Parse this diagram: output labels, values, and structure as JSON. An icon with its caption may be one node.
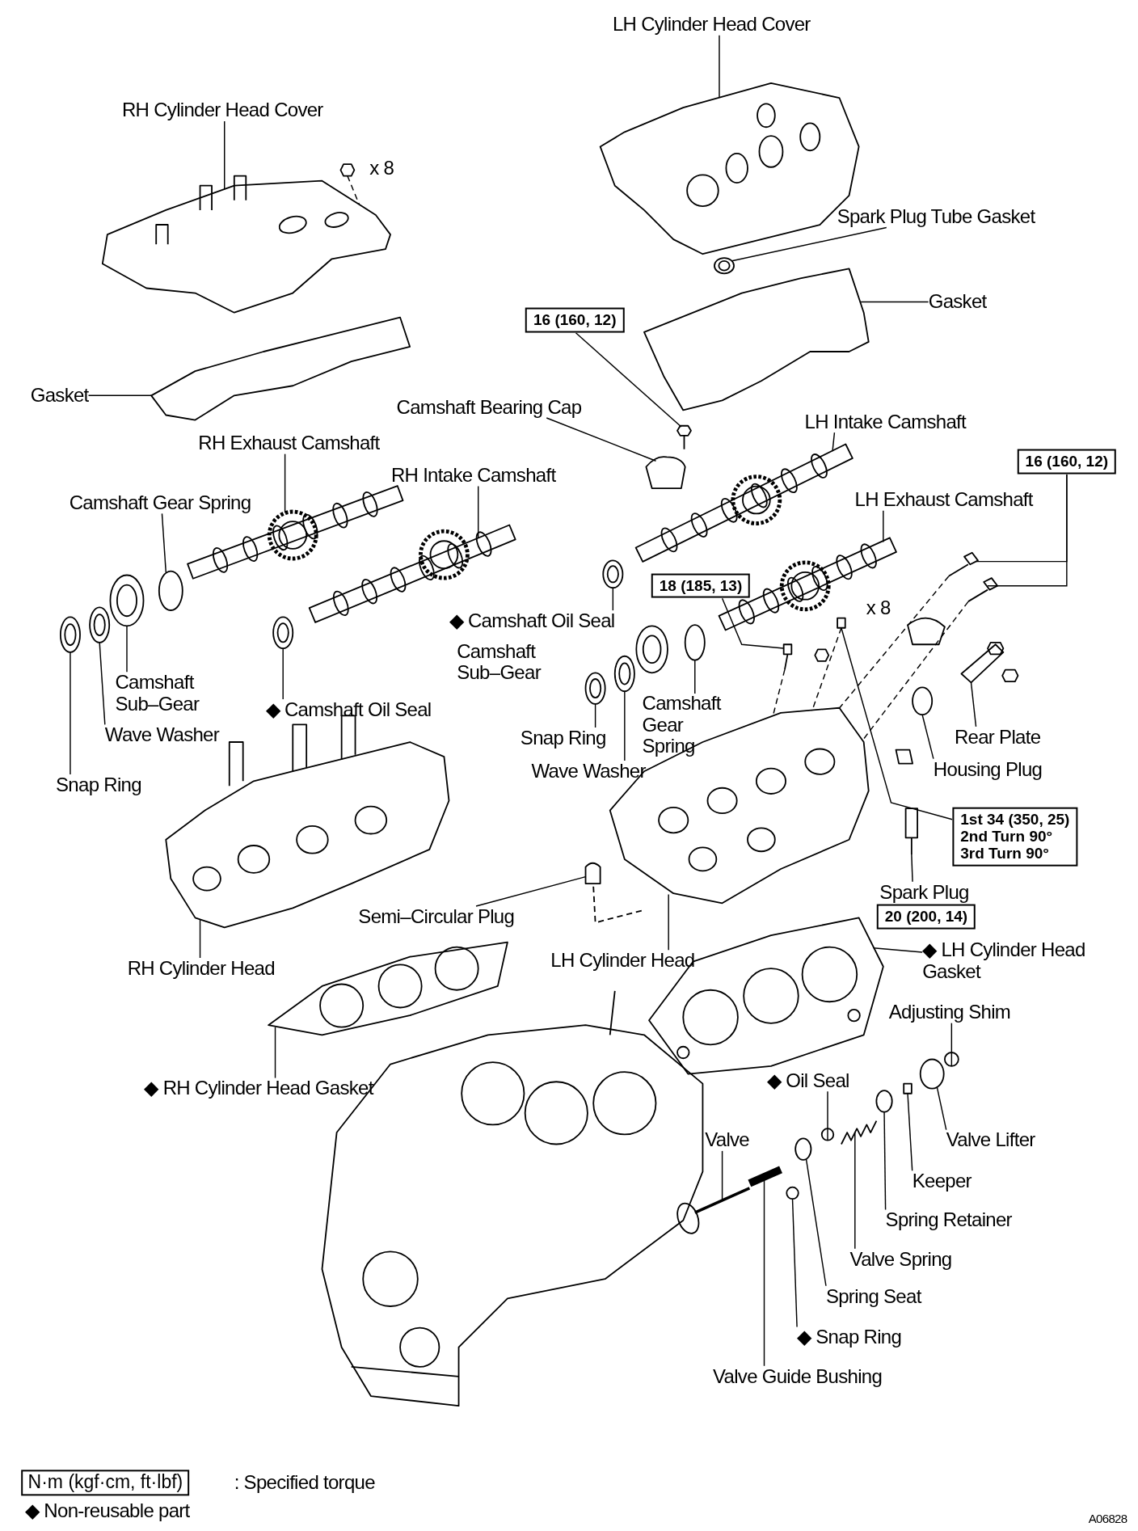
{
  "diagram": {
    "nodes": [
      {
        "text": [
          "LH Cylinder Head Cover"
        ]
      },
      {
        "text": [
          "RH Cylinder Head Cover"
        ]
      },
      {
        "text": [
          "Spark Plug Tube Gasket"
        ]
      },
      {
        "text": [
          "Gasket"
        ]
      },
      {
        "text": [
          "16 (160, 12)"
        ]
      },
      {
        "text": [
          "Gasket"
        ]
      },
      {
        "text": [
          "Camshaft Bearing Cap"
        ]
      },
      {
        "text": [
          "LH Intake Camshaft"
        ]
      },
      {
        "text": [
          "RH Exhaust Camshaft"
        ]
      },
      {
        "text": [
          "16 (160, 12)"
        ]
      },
      {
        "text": [
          "RH Intake Camshaft"
        ]
      },
      {
        "text": [
          "LH Exhaust Camshaft"
        ]
      },
      {
        "text": [
          "Camshaft Gear Spring"
        ]
      },
      {
        "text": [
          "18 (185, 13)"
        ]
      },
      {
        "text": [
          "◆ Camshaft Oil Seal"
        ]
      },
      {
        "text": [
          "Camshaft Sub–Gear"
        ]
      },
      {
        "text": [
          "Camshaft Sub–Gear"
        ]
      },
      {
        "text": [
          "Camshaft Gear Spring"
        ]
      },
      {
        "text": [
          "◆ Camshaft Oil Seal"
        ]
      },
      {
        "text": [
          "Wave Washer"
        ]
      },
      {
        "text": [
          "Rear Plate"
        ]
      },
      {
        "text": [
          "Snap Ring"
        ]
      },
      {
        "text": [
          "Housing Plug"
        ]
      },
      {
        "text": [
          "Wave Washer"
        ]
      },
      {
        "text": [
          "Snap Ring"
        ]
      },
      {
        "text": [
          "1st 34 (350, 25)",
          "2nd Turn 90°",
          "3rd Turn 90°"
        ]
      },
      {
        "text": [
          "Spark Plug"
        ]
      },
      {
        "text": [
          "20 (200, 14)"
        ]
      },
      {
        "text": [
          "Semi–Circular Plug"
        ]
      },
      {
        "text": [
          "LH Cylinder Head"
        ]
      },
      {
        "text": [
          "◆ LH Cylinder Head Gasket"
        ]
      },
      {
        "text": [
          "RH Cylinder Head"
        ]
      },
      {
        "text": [
          "Adjusting Shim"
        ]
      },
      {
        "text": [
          "◆ Oil Seal"
        ]
      },
      {
        "text": [
          "◆ RH Cylinder Head Gasket"
        ]
      },
      {
        "text": [
          "Valve"
        ]
      },
      {
        "text": [
          "Valve Lifter"
        ]
      },
      {
        "text": [
          "Keeper"
        ]
      },
      {
        "text": [
          "Spring Retainer"
        ]
      },
      {
        "text": [
          "Valve Spring"
        ]
      },
      {
        "text": [
          "Spring Seat"
        ]
      },
      {
        "text": [
          "◆ Snap Ring"
        ]
      },
      {
        "text": [
          "Valve Guide Bushing"
        ]
      },
      {
        "text": [],
        "shape": "picture"
      },
      {
        "text": [],
        "shape": "picture"
      },
      {
        "text": [],
        "shape": "picture"
      },
      {
        "text": [],
        "shape": "picture"
      },
      {
        "text": [],
        "shape": "picture"
      },
      {
        "text": [],
        "shape": "picture"
      },
      {
        "text": [],
        "shape": "picture"
      },
      {
        "text": [],
        "shape": "picture"
      },
      {
        "text": [],
        "shape": "picture"
      },
      {
        "text": [],
        "shape": "picture"
      },
      {
        "text": [],
        "shape": "picture"
      },
      {
        "text": [],
        "shape": "picture"
      },
      {
        "text": [],
        "shape": "picture"
      },
      {
        "text": [],
        "shape": "circle"
      },
      {
        "text": [],
        "shape": "picture"
      },
      {
        "text": [],
        "shape": "picture"
      },
      {
        "text": [],
        "shape": "picture"
      },
      {
        "text": [],
        "shape": "picture"
      },
      {
        "text": [],
        "shape": "picture"
      },
      {
        "text": [],
        "shape": "picture"
      },
      {
        "text": [],
        "shape": "picture"
      },
      {
        "text": [],
        "shape": "picture"
      },
      {
        "text": [],
        "shape": "circle"
      },
      {
        "text": [],
        "shape": "picture"
      },
      {
        "text": [],
        "shape": "picture"
      },
      {
        "text": [],
        "shape": "box"
      },
      {
        "text": [],
        "shape": "picture"
      },
      {
        "text": [],
        "shape": "picture"
      },
      {
        "text": [],
        "shape": "picture"
      },
      {
        "text": [],
        "shape": "picture"
      },
      {
        "text": [],
        "shape": "picture"
      },
      {
        "text": [],
        "shape": "circle"
      },
      {
        "text": [],
        "shape": "circle"
      },
      {
        "text": [],
        "shape": "picture"
      },
      {
        "text": [],
        "shape": "picture"
      },
      {
        "text": [],
        "shape": "circle"
      },
      {
        "text": [],
        "shape": "box"
      },
      {
        "text": [],
        "shape": "circle"
      },
      {
        "text": [],
        "shape": "picture"
      },
      {
        "text": [],
        "shape": "circle"
      },
      {
        "text": [],
        "shape": "circle"
      },
      {
        "text": [],
        "shape": "picture"
      },
      {
        "text": [],
        "shape": "picture",
        "beside": [
          "x 8"
        ]
      }
    ],
    "edges": [
      {
        "from": 0,
        "to": 43,
        "arrow": "none"
      },
      {
        "from": 1,
        "to": 44,
        "arrow": "none"
      },
      {
        "from": 2,
        "to": 45,
        "arrow": "none"
      },
      {
        "from": 3,
        "to": 46,
        "arrow": "none"
      },
      {
        "from": 4,
        "to": 47,
        "arrow": "none"
      },
      {
        "from": 5,
        "to": 48,
        "arrow": "none"
      },
      {
        "from": 6,
        "to": 49,
        "arrow": "none"
      },
      {
        "from": 7,
        "to": 50,
        "arrow": "none"
      },
      {
        "from": 8,
        "to": 51,
        "arrow": "none"
      },
      {
        "from": 9,
        "to": 52,
        "arrow": "none"
      },
      {
        "from": 9,
        "to": 53,
        "arrow": "none"
      },
      {
        "from": 10,
        "to": 54,
        "arrow": "none"
      },
      {
        "from": 11,
        "to": 55,
        "arrow": "none"
      },
      {
        "from": 12,
        "to": 56,
        "arrow": "none"
      },
      {
        "from": 13,
        "to": 57,
        "arrow": "none"
      },
      {
        "from": 14,
        "to": 58,
        "arrow": "none"
      },
      {
        "from": 16,
        "to": 59,
        "arrow": "none"
      },
      {
        "from": 17,
        "to": 60,
        "arrow": "none"
      },
      {
        "from": 18,
        "to": 61,
        "arrow": "none"
      },
      {
        "from": 19,
        "to": 62,
        "arrow": "none"
      },
      {
        "from": 20,
        "to": 63,
        "arrow": "none"
      },
      {
        "from": 21,
        "to": 64,
        "arrow": "none"
      },
      {
        "from": 22,
        "to": 65,
        "arrow": "none"
      },
      {
        "from": 23,
        "to": 66,
        "arrow": "none"
      },
      {
        "from": 24,
        "to": 67,
        "arrow": "none"
      },
      {
        "from": 25,
        "to": 68,
        "arrow": "none"
      },
      {
        "from": 26,
        "to": 69,
        "arrow": "none"
      },
      {
        "from": 28,
        "to": 70,
        "arrow": "none"
      },
      {
        "from": 29,
        "to": 71,
        "arrow": "none"
      },
      {
        "from": 30,
        "to": 72,
        "arrow": "none"
      },
      {
        "from": 31,
        "to": 73,
        "arrow": "none"
      },
      {
        "from": 32,
        "to": 74,
        "arrow": "none"
      },
      {
        "from": 33,
        "to": 75,
        "arrow": "none"
      },
      {
        "from": 34,
        "to": 76,
        "arrow": "none"
      },
      {
        "from": 35,
        "to": 77,
        "arrow": "none"
      },
      {
        "from": 36,
        "to": 78,
        "arrow": "none"
      },
      {
        "from": 37,
        "to": 79,
        "arrow": "none"
      },
      {
        "from": 38,
        "to": 80,
        "arrow": "none"
      },
      {
        "from": 39,
        "to": 81,
        "arrow": "none"
      },
      {
        "from": 40,
        "to": 82,
        "arrow": "none"
      },
      {
        "from": 41,
        "to": 83,
        "arrow": "none"
      },
      {
        "from": 42,
        "to": 84,
        "arrow": "none"
      },
      {
        "from": 52,
        "to": 71,
        "arrow": "none",
        "style": "dashed"
      },
      {
        "from": 53,
        "to": 71,
        "arrow": "none",
        "style": "dashed"
      },
      {
        "from": 68,
        "to": 71,
        "arrow": "none",
        "style": "dashed"
      },
      {
        "from": 57,
        "to": 71,
        "arrow": "none",
        "style": "dashed"
      },
      {
        "from": 85,
        "to": 44,
        "arrow": "none",
        "style": "dashed"
      }
    ],
    "labels": [
      "x 8",
      "N·m (kgf·cm, ft·lbf)",
      ": Specified torque",
      "◆ Non-reusable part",
      "A06828"
    ]
  }
}
